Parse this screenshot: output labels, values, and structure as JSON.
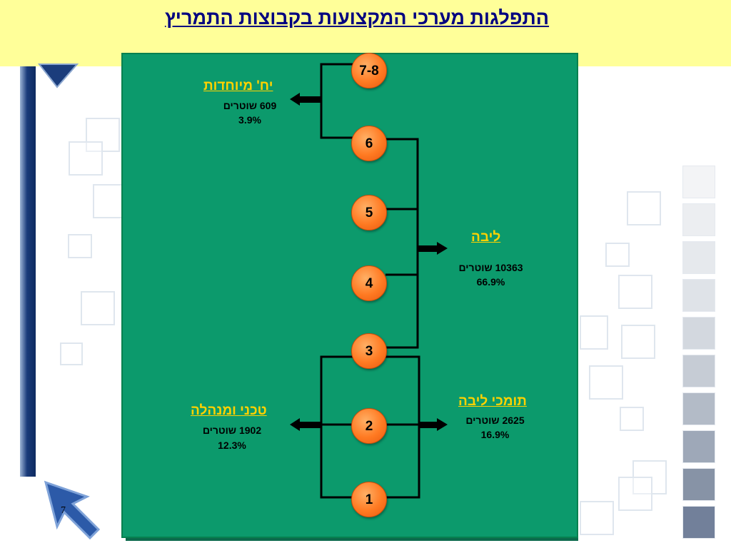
{
  "slide": {
    "title": "התפלגות מערכי המקצועות בקבוצות התמריץ",
    "slide_number": "7"
  },
  "nodes": [
    "7-8",
    "6",
    "5",
    "4",
    "3",
    "2",
    "1"
  ],
  "groups": {
    "special_units": {
      "name": "יח' מיוחדות",
      "count": "609 שוטרים",
      "percent": "3.9%"
    },
    "core": {
      "name": "ליבה",
      "count": "10363 שוטרים",
      "percent": "66.9%"
    },
    "technical_admin": {
      "name": "טכני ומנהלה",
      "count": "1902 שוטרים",
      "percent": "12.3%"
    },
    "core_support": {
      "name": "תומכי ליבה",
      "count": "2625 שוטרים",
      "percent": "16.9%"
    }
  },
  "colors": {
    "title": "#000080",
    "title_band": "#ffff99",
    "panel": "#0c9a6c",
    "group_heading": "#ffd200",
    "node_fill": "#ff7a22"
  }
}
